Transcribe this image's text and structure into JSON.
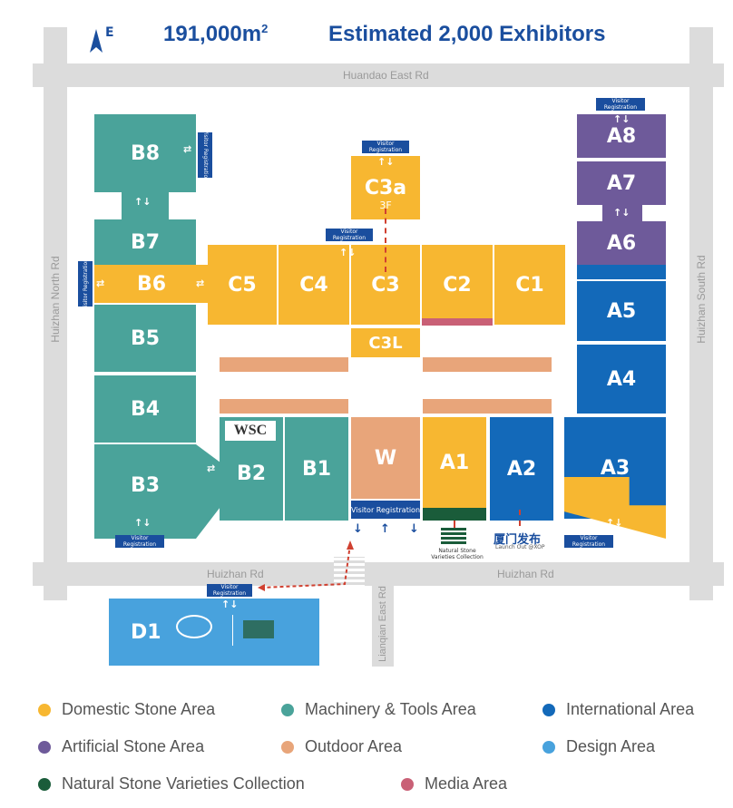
{
  "header": {
    "compass": "E",
    "area": "191,000m",
    "area_sup": "2",
    "exhibitors": "Estimated 2,000 Exhibitors"
  },
  "roads": {
    "north_top": "Huandao East Rd",
    "left": "Huizhan North Rd",
    "right": "Huizhan South Rd",
    "bottom_left": "Huizhan Rd",
    "bottom_right": "Huizhan Rd",
    "lianqian": "Lianqian East Rd"
  },
  "halls": {
    "B8": "B8",
    "B7": "B7",
    "B6": "B6",
    "B5": "B5",
    "B4": "B4",
    "B3": "B3",
    "B2": "B2",
    "B1": "B1",
    "C5": "C5",
    "C4": "C4",
    "C3": "C3",
    "C2": "C2",
    "C1": "C1",
    "C3a": "C3a",
    "C3a_floor": "3F",
    "C3L": "C3L",
    "W": "W",
    "A1": "A1",
    "A2": "A2",
    "A3": "A3",
    "A4": "A4",
    "A5": "A5",
    "A6": "A6",
    "A7": "A7",
    "A8": "A8",
    "D1": "D1"
  },
  "visitor_registration": "Visitor Registration",
  "visitor_line1": "Visitor",
  "visitor_line2": "Registration",
  "logos": {
    "wsc": "WSC",
    "natural_stone": "Natural Stone Varieties Collection",
    "launch": "厦门发布",
    "launch_sub": "Launch Out @XOP"
  },
  "legend": [
    {
      "label": "Domestic Stone Area",
      "color": "#f7b731"
    },
    {
      "label": "Machinery & Tools Area",
      "color": "#4aa39a"
    },
    {
      "label": "International Area",
      "color": "#1369b9"
    },
    {
      "label": "Artificial Stone Area",
      "color": "#6e5a9a"
    },
    {
      "label": "Outdoor Area",
      "color": "#e8a57a"
    },
    {
      "label": "Design Area",
      "color": "#48a2dd"
    },
    {
      "label": "Natural Stone Varieties Collection",
      "color": "#1a5c3a"
    },
    {
      "label": "Media Area",
      "color": "#c96076"
    }
  ]
}
